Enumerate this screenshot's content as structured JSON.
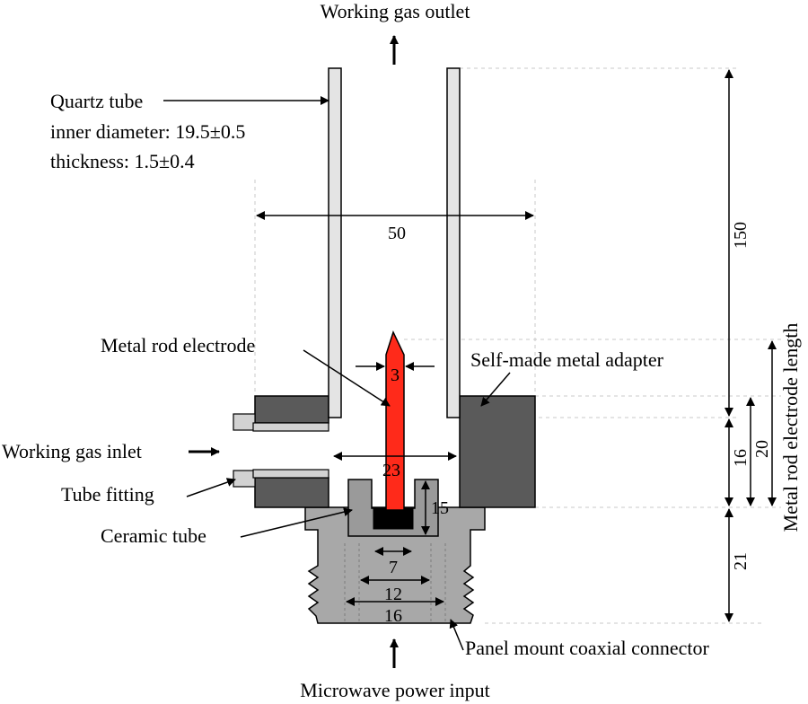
{
  "labels": {
    "outlet": "Working gas outlet",
    "quartz_title": "Quartz tube",
    "quartz_diameter": "inner diameter: 19.5±0.5",
    "quartz_thickness": "thickness: 1.5±0.4",
    "electrode": "Metal rod electrode",
    "adapter": "Self-made metal adapter",
    "gas_inlet": "Working gas inlet",
    "tube_fitting": "Tube fitting",
    "ceramic": "Ceramic tube",
    "connector": "Panel mount coaxial connector",
    "power_input": "Microwave power input",
    "electrode_length": "Metal rod electrode length"
  },
  "dimensions": {
    "width_50": "50",
    "height_150": "150",
    "rod_3": "3",
    "bore_23": "23",
    "cer_15": "15",
    "adapter_16": "16",
    "rod_20": "20",
    "conn_21": "21",
    "pin_7": "7",
    "inner_12": "12",
    "outer_16": "16"
  },
  "colors": {
    "electrode": "#ff2a1a",
    "adapter": "#5a5a5a",
    "connector": "#a8a8a8",
    "quartz": "#e4e4e4",
    "fitting": "#d2d2d2",
    "ceramic": "#9a9a9a",
    "insulator": "#000000"
  }
}
